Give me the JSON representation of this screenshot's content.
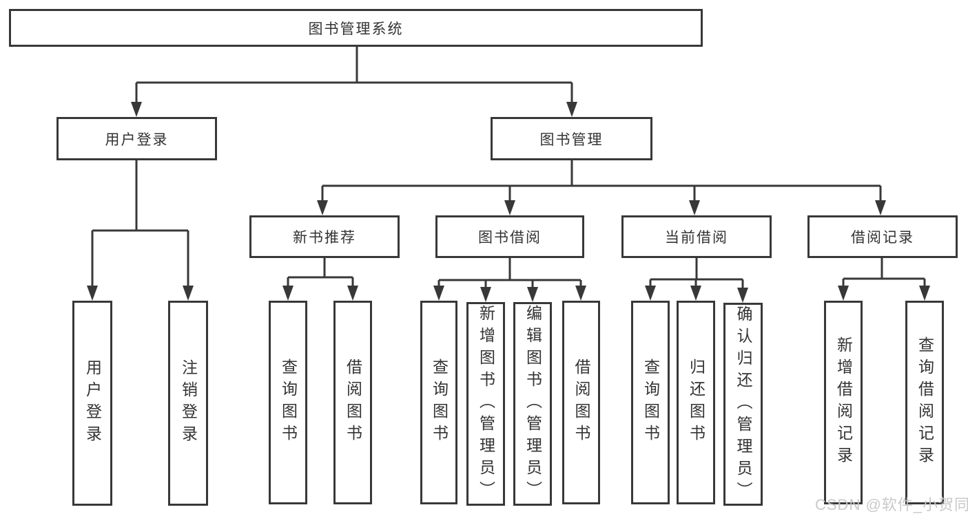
{
  "colors": {
    "line": "#383838",
    "box_border": "#383838",
    "box_background": "#ffffff",
    "text": "#333333",
    "watermark": "#c6c6c8"
  },
  "tree": {
    "root": {
      "label": "图书管理系统"
    },
    "branches": [
      {
        "label": "用户登录",
        "children": [
          {
            "label": "用户登录"
          },
          {
            "label": "注销登录"
          }
        ]
      },
      {
        "label": "图书管理",
        "children": [
          {
            "label": "新书推荐",
            "children": [
              {
                "label": "查询图书"
              },
              {
                "label": "借阅图书"
              }
            ]
          },
          {
            "label": "图书借阅",
            "children": [
              {
                "label": "查询图书"
              },
              {
                "label": "新增图书（管理员）"
              },
              {
                "label": "编辑图书（管理员）"
              },
              {
                "label": "借阅图书"
              }
            ]
          },
          {
            "label": "当前借阅",
            "children": [
              {
                "label": "查询图书"
              },
              {
                "label": "归还图书"
              },
              {
                "label": "确认归还（管理员）"
              }
            ]
          },
          {
            "label": "借阅记录",
            "children": [
              {
                "label": "新增借阅记录"
              },
              {
                "label": "查询借阅记录"
              }
            ]
          }
        ]
      }
    ]
  },
  "watermark": {
    "text": "CSDN @软件_小贺同学"
  }
}
